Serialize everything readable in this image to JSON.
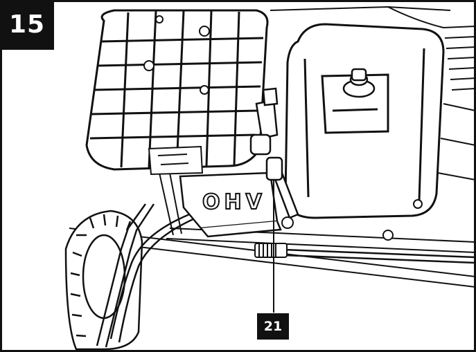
{
  "step": {
    "number": "15"
  },
  "callouts": [
    {
      "label": "21"
    }
  ],
  "engine": {
    "embossed_text": "OHV"
  },
  "colors": {
    "ink": "#111111",
    "paper": "#ffffff"
  }
}
